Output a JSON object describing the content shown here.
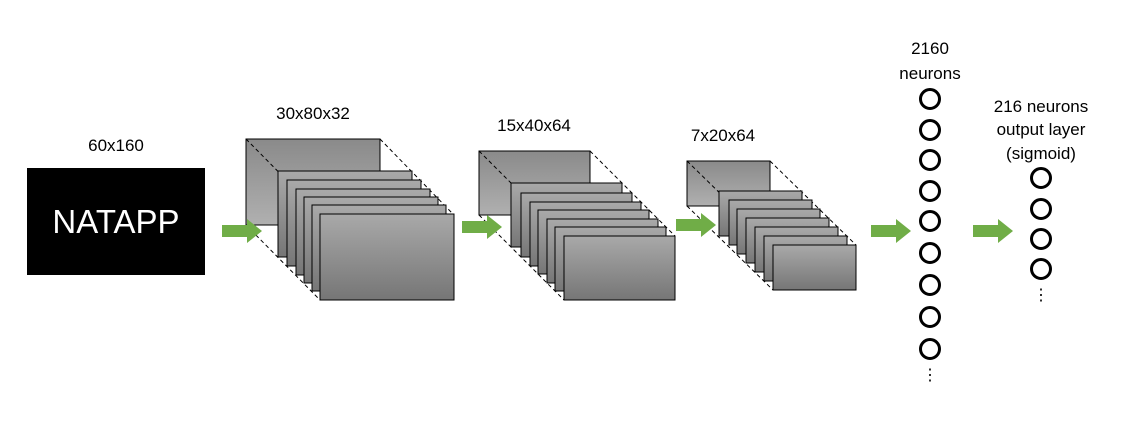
{
  "input": {
    "label": "60x160",
    "text": "NATAPP"
  },
  "layers": [
    {
      "label": "30x80x32"
    },
    {
      "label": "15x40x64"
    },
    {
      "label": "7x20x64"
    }
  ],
  "dense": {
    "label_line1": "2160",
    "label_line2": "neurons",
    "ellipsis": "⋮"
  },
  "output": {
    "label_line1": "216 neurons",
    "label_line2": "output layer",
    "label_line3": "(sigmoid)",
    "ellipsis": "⋮"
  },
  "colors": {
    "arrow": "#70ad47",
    "map_top": "#7a7a7a",
    "map_bottom": "#a6a6a6",
    "input_bg": "#000000"
  }
}
